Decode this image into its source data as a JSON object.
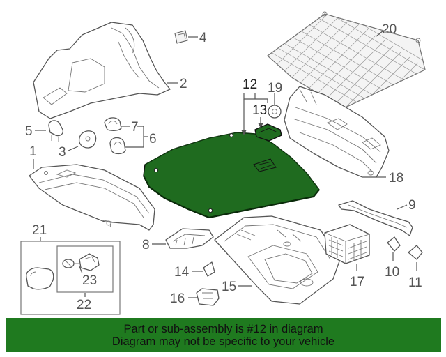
{
  "callouts": {
    "c1": "1",
    "c2": "2",
    "c3": "3",
    "c4": "4",
    "c5": "5",
    "c6": "6",
    "c7": "7",
    "c8": "8",
    "c9": "9",
    "c10": "10",
    "c11": "11",
    "c12": "12",
    "c13": "13",
    "c14": "14",
    "c15": "15",
    "c16": "16",
    "c17": "17",
    "c18": "18",
    "c19": "19",
    "c20": "20",
    "c21": "21",
    "c22": "22",
    "c23": "23"
  },
  "highlighted_part": "12",
  "banner": {
    "line1": "Part or sub-assembly is #12 in diagram",
    "line2": "Diagram may not be specific to your vehicle",
    "background": "#1f7a1f"
  },
  "colors": {
    "highlight_fill": "#1f6b1f",
    "line": "#555555"
  }
}
